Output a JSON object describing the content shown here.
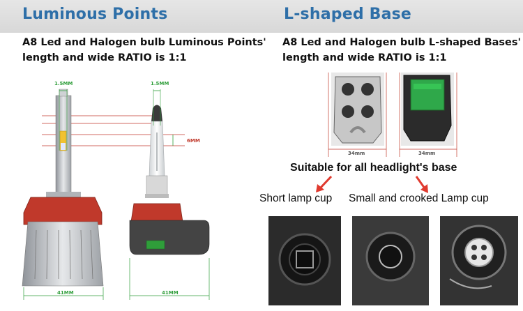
{
  "left": {
    "title": "Luminous Points",
    "desc_line1": "A8 Led and Halogen bulb Luminous Points'",
    "desc_line2": "length and wide RATIO is 1:1",
    "dims": {
      "led_top": "1.5MM",
      "halogen_top": "1.5MM",
      "height": "6MM",
      "led_bottom": "41MM",
      "halogen_bottom": "41MM"
    }
  },
  "right": {
    "title": "L-shaped Base",
    "desc_line1": "A8 Led and Halogen bulb L-shaped Bases'",
    "desc_line2": "length and wide RATIO is 1:1",
    "base_dims": {
      "left": "34mm",
      "right": "34mm"
    },
    "suitable_text": "Suitable for all headlight's base",
    "cup_short": "Short lamp cup",
    "cup_small": "Small and crooked Lamp cup"
  },
  "colors": {
    "title_blue": "#2e6fa8",
    "dim_green": "#2f9e3a",
    "guide_red": "#c0392b",
    "arrow_red": "#e03a2f"
  }
}
